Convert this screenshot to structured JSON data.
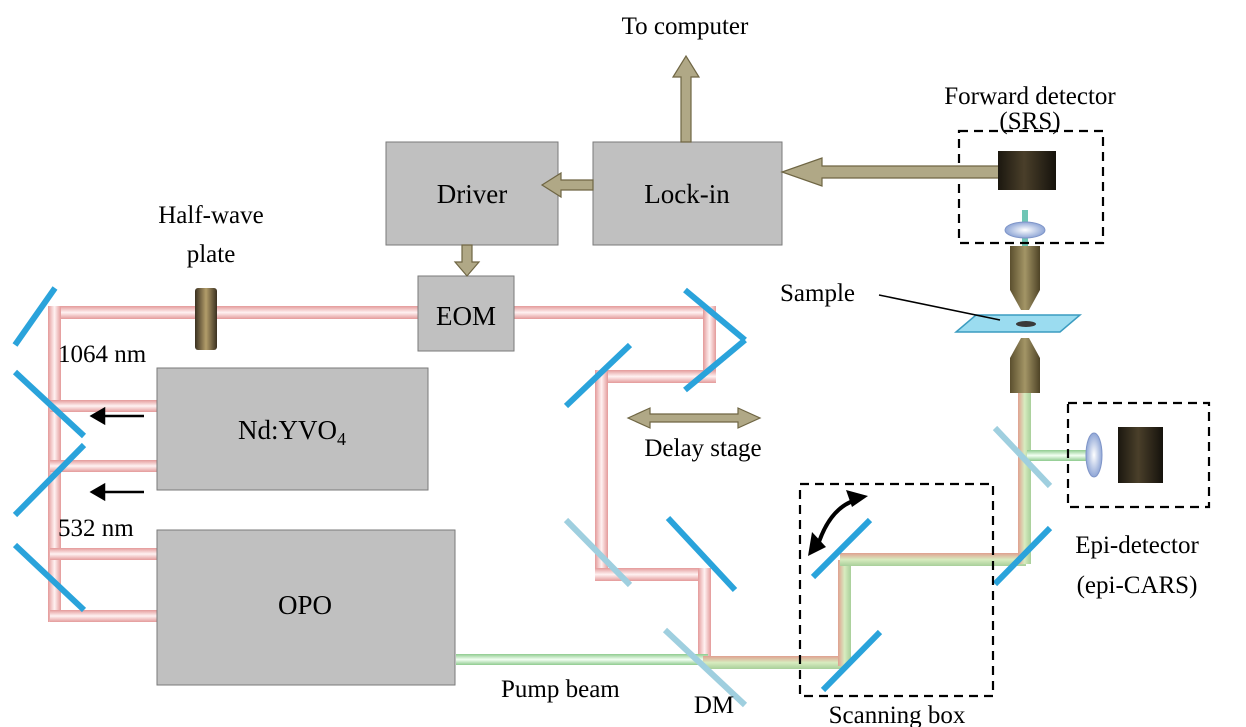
{
  "boxes": {
    "driver": "Driver",
    "lockin": "Lock-in",
    "eom": "EOM",
    "laser_prefix": "Nd:YVO",
    "laser_sub": "4",
    "opo": "OPO"
  },
  "labels": {
    "to_computer": "To computer",
    "forward_detector": "Forward detector",
    "srs": "(SRS)",
    "halfwave_1": "Half-wave",
    "halfwave_2": "plate",
    "sample": "Sample",
    "wl_1064": "1064 nm",
    "wl_532": "532 nm",
    "delay_stage": "Delay stage",
    "epi_detector": "Epi-detector",
    "epi_cars": "(epi-CARS)",
    "pump_beam": "Pump beam",
    "dm": "DM",
    "scanning_box": "Scanning box"
  },
  "colors": {
    "box_fill": "#c0c0c0",
    "mirror": "#2aa3db",
    "red_beam": "#e8a2a2",
    "green_beam": "#9bd09b",
    "arrow_fill": "#b0a886"
  }
}
